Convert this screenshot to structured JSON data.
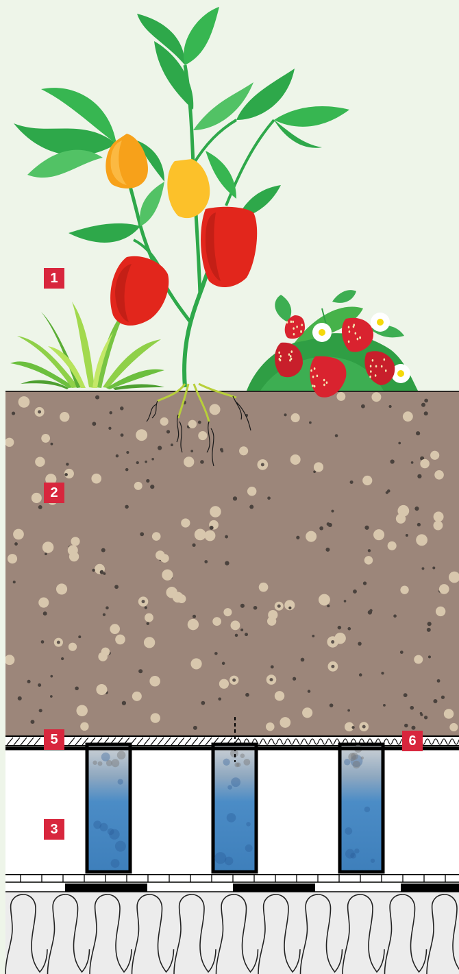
{
  "labels": {
    "l1": "1",
    "l2": "2",
    "l3": "3",
    "l5": "5",
    "l6": "6"
  },
  "colors": {
    "background": "#eef5e9",
    "badge": "#d8263d",
    "soil": "#9c867a",
    "water": "#4b8cc6",
    "leaf": "#46b24a",
    "pepper_red": "#e2261c",
    "pepper_orange": "#f7a11a"
  },
  "icons": [
    "pepper-plant-icon",
    "strawberry-plant-icon",
    "fern-icon",
    "roots-icon"
  ]
}
